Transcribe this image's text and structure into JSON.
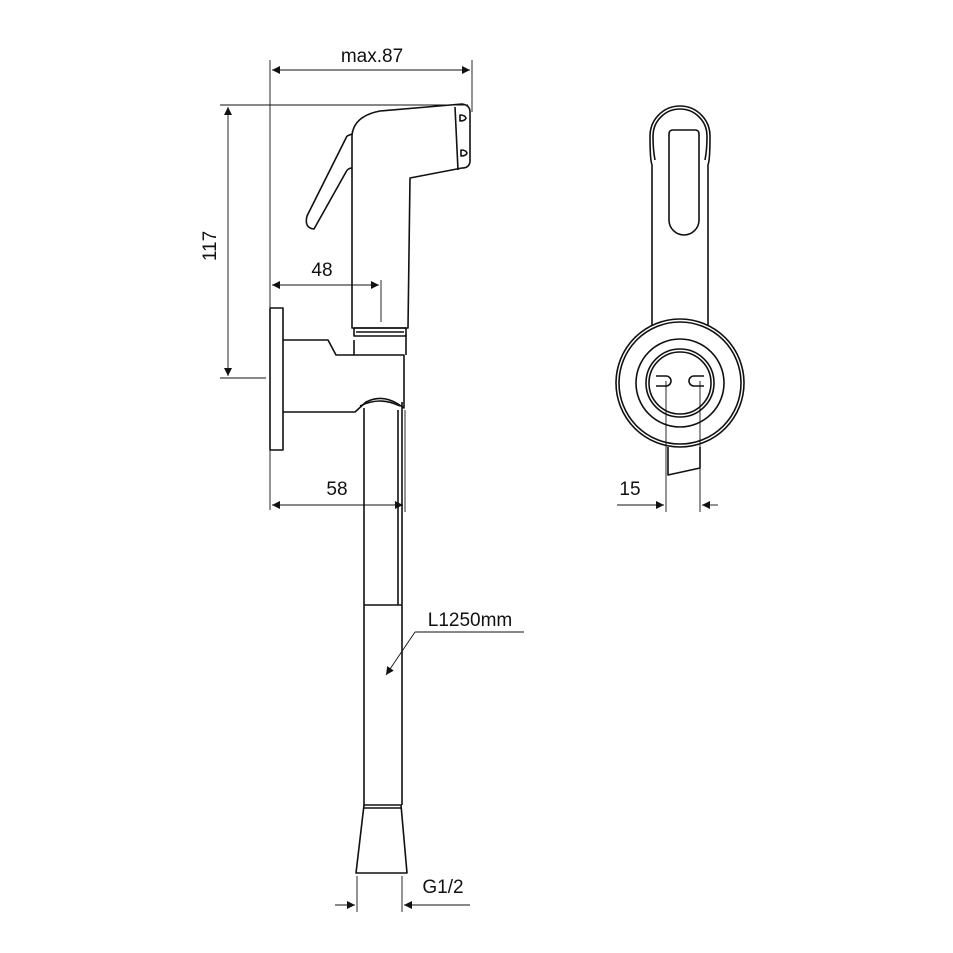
{
  "drawing": {
    "dimensions": {
      "max_width": "max.87",
      "height": "117",
      "handset_offset": "48",
      "holder_depth": "58",
      "outlet_offset": "15",
      "hose_length": "L1250mm",
      "thread": "G1/2"
    },
    "colors": {
      "line": "#111111",
      "background": "#ffffff"
    }
  }
}
